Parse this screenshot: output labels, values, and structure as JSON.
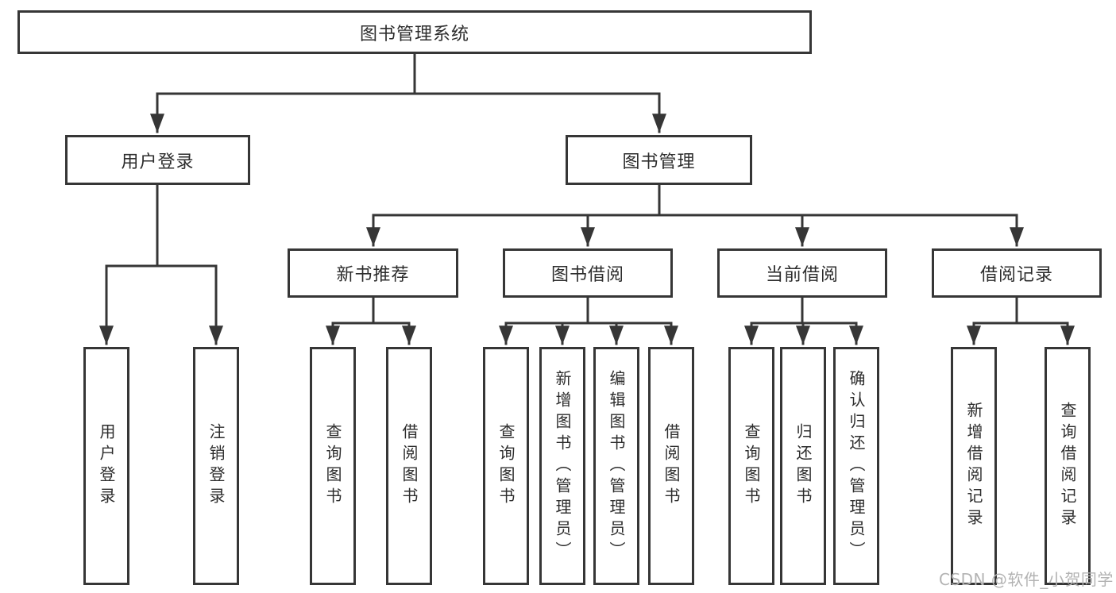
{
  "diagram": {
    "colors": {
      "line": "#363636",
      "box_background": "#ffffff",
      "text": "#2d2d2d",
      "watermark": "#b3b3b3"
    },
    "root": {
      "label": "图书管理系统"
    },
    "branches": [
      {
        "label": "用户登录"
      },
      {
        "label": "图书管理"
      }
    ],
    "modules": [
      {
        "label": "新书推荐"
      },
      {
        "label": "图书借阅"
      },
      {
        "label": "当前借阅"
      },
      {
        "label": "借阅记录"
      }
    ],
    "leaves": [
      {
        "label": "用户登录"
      },
      {
        "label": "注销登录"
      },
      {
        "label": "查询图书"
      },
      {
        "label": "借阅图书"
      },
      {
        "label": "查询图书"
      },
      {
        "label": "新增图书（管理员）"
      },
      {
        "label": "编辑图书（管理员）"
      },
      {
        "label": "借阅图书"
      },
      {
        "label": "查询图书"
      },
      {
        "label": "归还图书"
      },
      {
        "label": "确认归还（管理员）"
      },
      {
        "label": "新增借阅记录"
      },
      {
        "label": "查询借阅记录"
      }
    ],
    "watermark": "CSDN @软件_小贺同学"
  }
}
